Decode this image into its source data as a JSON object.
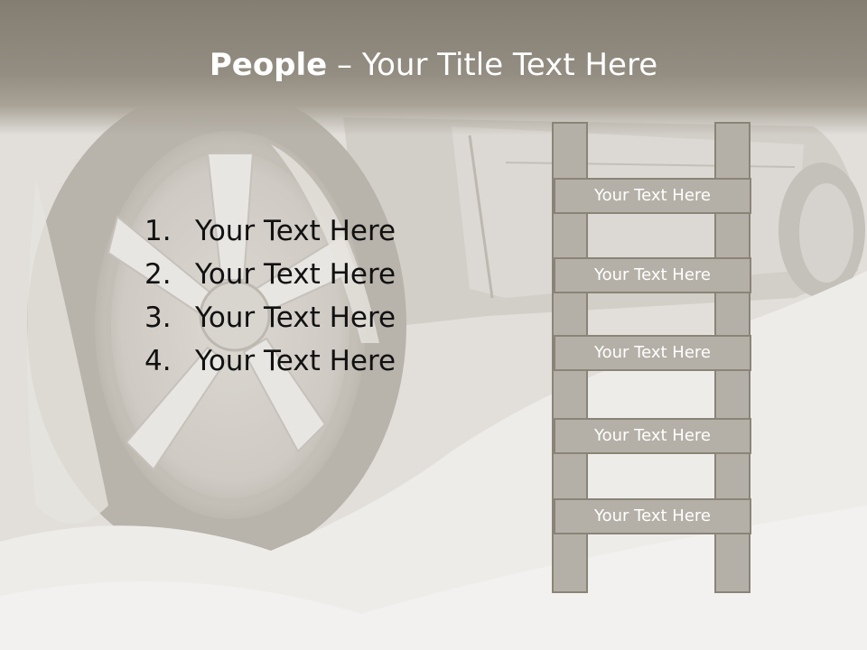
{
  "slide": {
    "title_bold": "People",
    "title_dash": " – ",
    "title_rest": "Your Title Text Here"
  },
  "list": {
    "items": [
      {
        "num": "1.",
        "label": "Your Text Here"
      },
      {
        "num": "2.",
        "label": "Your Text Here"
      },
      {
        "num": "3.",
        "label": "Your Text Here"
      },
      {
        "num": "4.",
        "label": "Your Text Here"
      }
    ]
  },
  "ladder": {
    "rungs": [
      "Your Text Here",
      "Your Text Here",
      "Your Text Here",
      "Your Text Here",
      "Your Text Here"
    ]
  },
  "colors": {
    "title_band": "#8a8478",
    "ladder_fill": "#b5b0a7",
    "ladder_border": "#8a8478",
    "list_text": "#111111",
    "title_text": "#ffffff"
  }
}
